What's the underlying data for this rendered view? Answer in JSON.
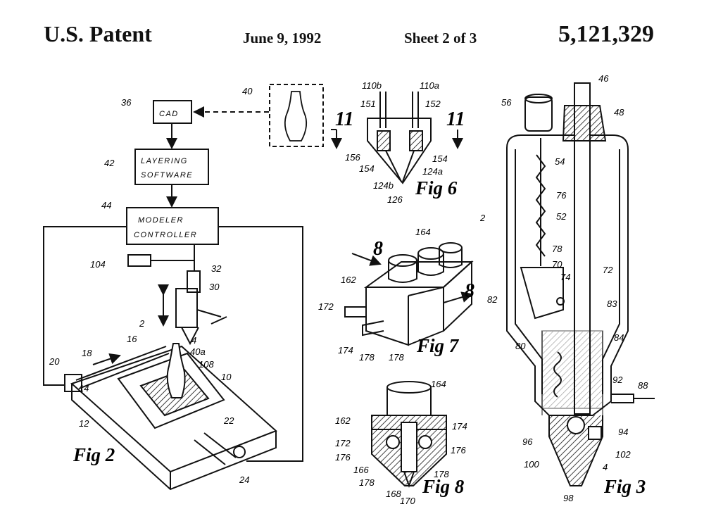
{
  "header": {
    "patent": "U.S. Patent",
    "date": "June 9, 1992",
    "sheet": "Sheet 2 of 3",
    "number": "5,121,329"
  },
  "figures": {
    "fig2": "Fig 2",
    "fig3": "Fig 3",
    "fig6": "Fig 6",
    "fig7": "Fig 7",
    "fig8": "Fig 8"
  },
  "blocks": {
    "cad": "CAD",
    "layering_1": "LAYERING",
    "layering_2": "SOFTWARE",
    "modeler_1": "MODELER",
    "modeler_2": "CONTROLLER"
  },
  "section_marks": {
    "s11": "11",
    "s8": "8"
  },
  "labels": {
    "r36": "36",
    "r40": "40",
    "r42": "42",
    "r44": "44",
    "r104": "104",
    "r32": "32",
    "r30": "30",
    "r2": "2",
    "r4": "4",
    "r16": "16",
    "r18": "18",
    "r20": "20",
    "r40a": "40a",
    "r108": "108",
    "r10": "10",
    "r14": "14",
    "r12": "12",
    "r22": "22",
    "r24": "24",
    "r110b": "110b",
    "r110a": "110a",
    "r151": "151",
    "r152": "152",
    "r156": "156",
    "r154a": "154",
    "r154b": "154",
    "r124a": "124a",
    "r124b": "124b",
    "r126": "126",
    "r164": "164",
    "r162": "162",
    "r172": "172",
    "r174": "174",
    "r178a": "178",
    "r178b": "178",
    "r164b": "164",
    "r162b": "162",
    "r174b": "174",
    "r172b": "172",
    "r176a": "176",
    "r176b": "176",
    "r166": "166",
    "r178c": "178",
    "r178d": "178",
    "r168": "168",
    "r170": "170",
    "r46": "46",
    "r56": "56",
    "r48": "48",
    "r54": "54",
    "r76": "76",
    "r52": "52",
    "r2b": "2",
    "r78": "78",
    "r70": "70",
    "r74": "74",
    "r72": "72",
    "r82": "82",
    "r83": "83",
    "r80": "80",
    "r84": "84",
    "r92": "92",
    "r88": "88",
    "r94": "94",
    "r96": "96",
    "r102": "102",
    "r100": "100",
    "r4b": "4",
    "r98": "98"
  }
}
